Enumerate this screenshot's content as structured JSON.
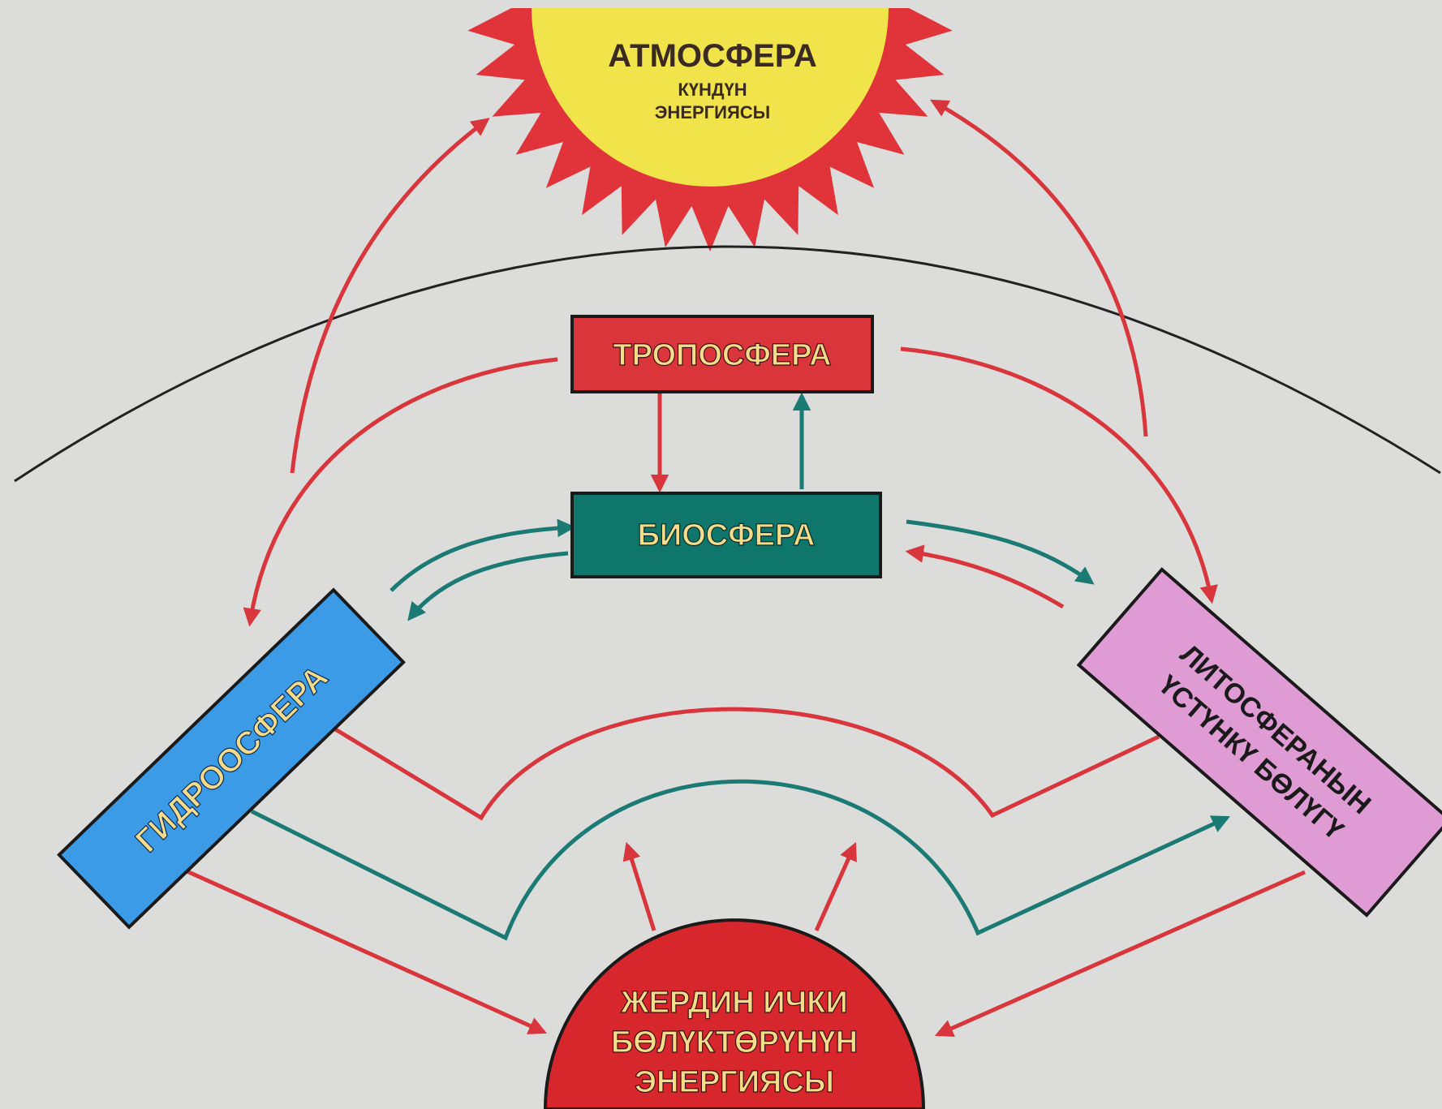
{
  "colors": {
    "background": "#dcdcda",
    "sun_body": "#f0e44a",
    "sun_rays": "#e0333a",
    "red_arrow": "#d8363c",
    "teal_arrow": "#1b7b74",
    "troposphere_fill": "#d9353a",
    "biosphere_fill": "#0f766c",
    "hydrosphere_fill": "#3c9be6",
    "lithosphere_fill": "#df9bd4",
    "core_fill": "#d7262c",
    "label_light": "#f4dc8a",
    "label_dark": "#1a1a1a",
    "boundary_line": "#222222"
  },
  "nodes": {
    "atmosphere": {
      "title": "АТМОСФЕРА",
      "subtitle_line1": "КҮНДҮН",
      "subtitle_line2": "ЭНЕРГИЯСЫ"
    },
    "troposphere": {
      "label": "ТРОПОСФЕРА"
    },
    "biosphere": {
      "label": "БИОСФЕРА"
    },
    "hydrosphere": {
      "label": "ГИДРООСФЕРА"
    },
    "lithosphere": {
      "label_line1": "ЛИТОСФЕРАНЫН",
      "label_line2": "ҮСТҮНКҮ БӨЛҮГҮ"
    },
    "earth_core": {
      "label_line1": "ЖЕРДИН ИЧКИ",
      "label_line2": "БӨЛҮКТӨРҮНҮН",
      "label_line3": "ЭНЕРГИЯСЫ"
    }
  }
}
